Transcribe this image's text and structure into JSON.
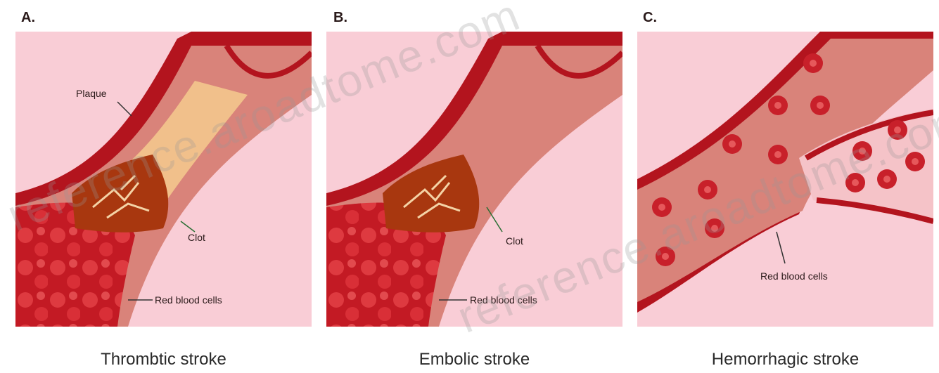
{
  "panels": [
    {
      "letter": "A.",
      "caption": "Thrombtic stroke",
      "labels": {
        "plaque": "Plaque",
        "clot": "Clot",
        "rbc": "Red blood cells"
      }
    },
    {
      "letter": "B.",
      "caption": "Embolic stroke",
      "labels": {
        "clot": "Clot",
        "rbc": "Red blood cells"
      }
    },
    {
      "letter": "C.",
      "caption": "Hemorrhagic stroke",
      "labels": {
        "rbc": "Red blood cells"
      }
    }
  ],
  "watermark": {
    "line1": "reference.aroadtome.com",
    "line2": "reference.aroadtome.com"
  },
  "colors": {
    "background": "#f9cdd6",
    "vessel_wall": "#b3141e",
    "vessel_lumen": "#d9837a",
    "plaque": "#f3c68d",
    "clot": "#a8370f",
    "blood_cell": "#c8202a"
  }
}
